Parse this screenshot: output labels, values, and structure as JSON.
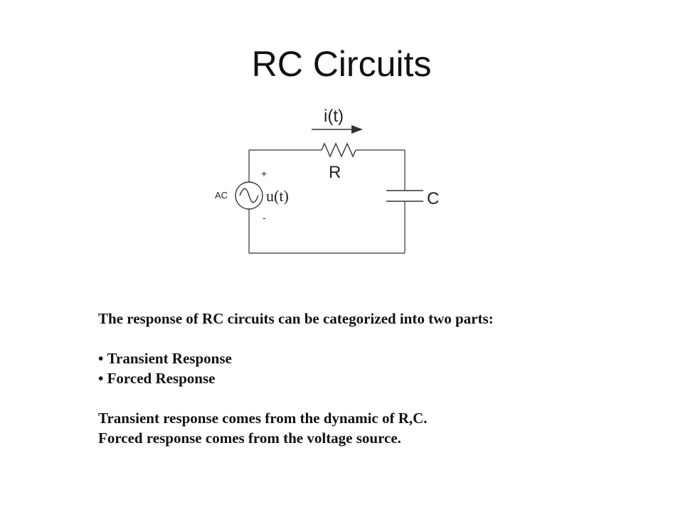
{
  "slide": {
    "title": "RC Circuits"
  },
  "circuit": {
    "current_label": "i(t)",
    "resistor_label": "R",
    "capacitor_label": "C",
    "source_type_label": "AC",
    "source_voltage_label": "u(t)",
    "plus_label": "+",
    "minus_label": "-"
  },
  "content": {
    "intro": "The response of RC circuits can be categorized into two parts:",
    "bullets": [
      "Transient Response",
      "Forced Response"
    ],
    "line1": "Transient response comes from  the dynamic of R,C.",
    "line2": "Forced response comes from the voltage source."
  }
}
